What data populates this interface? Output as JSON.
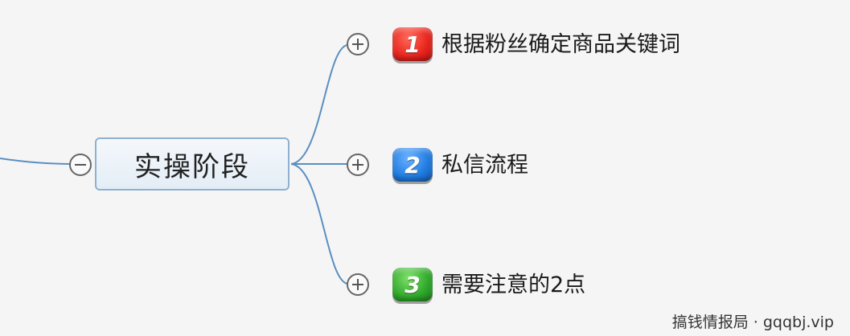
{
  "central": {
    "label": "实操阶段"
  },
  "topics": [
    {
      "number": "1",
      "label": "根据粉丝确定商品关键词",
      "badge_color": "#e8231c"
    },
    {
      "number": "2",
      "label": "私信流程",
      "badge_color": "#1f7be0"
    },
    {
      "number": "3",
      "label": "需要注意的2点",
      "badge_color": "#2ea82a"
    }
  ],
  "watermark": {
    "text": "搞钱情报局 · gqqbj.vip"
  },
  "colors": {
    "connector": "#5b8fc0",
    "background": "#f5f5f5"
  }
}
